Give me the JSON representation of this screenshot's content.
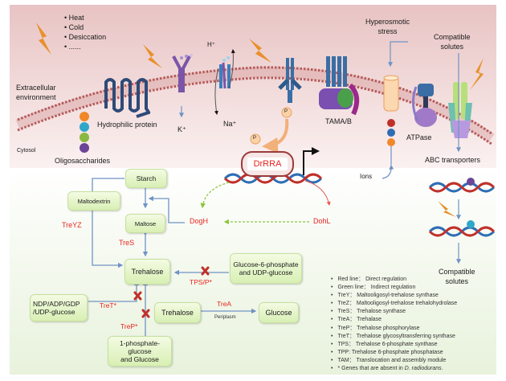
{
  "stress_list": [
    "Heat",
    "Cold",
    "Desiccation",
    "......"
  ],
  "labels": {
    "extracellular": "Extracellular\nenvironment",
    "extracellular_line1": "Extracellular",
    "extracellular_line2": "environment",
    "cytosol": "Cytosol",
    "oligosaccharides": "Oligosaccharides",
    "hydrophilic_protein": "Hydrophilic protein",
    "k_ion": "K⁺",
    "h_ion": "H⁺",
    "na_ion": "Na⁺",
    "phospho": "P",
    "tama": "TAMA/B",
    "hyperosmotic_line1": "Hyperosmotic",
    "hyperosmotic_line2": "stress",
    "compatible_top_line1": "Compatible",
    "compatible_top_line2": "solutes",
    "atpase": "ATPase",
    "abc": "ABC transporters",
    "ions": "Ions",
    "regulator": "DrRRA",
    "compatible_bottom_line1": "Compatible",
    "compatible_bottom_line2": "solutes"
  },
  "nodes": {
    "starch": "Starch",
    "maltodextrin": "Maltodextrin",
    "maltose": "Maltose",
    "trehalose_main": "Trehalose",
    "g6p_line1": "Glucose-6-phosphate",
    "g6p_line2": "and UDP-glucose",
    "ndp_line1": "NDP/ADP/GDP",
    "ndp_line2": "/UDP-glucose",
    "trehalose_peri": "Trehalose",
    "glucose": "Glucose",
    "p1g_line1": "1-phosphate-glucose",
    "p1g_line2": "and Glucose"
  },
  "enzymes": {
    "dogh": "DogH",
    "dohl": "DohL",
    "treyz": "TreYZ",
    "tres": "TreS",
    "tps": "TPS/P*",
    "tret": "TreT*",
    "trep": "TreP*",
    "trea": "TreA",
    "periplasm": "Periplasm"
  },
  "legend": [
    "Red line： Direct regulation",
    "Green line： Indirect regulation",
    "TreY： Maltooligosyl-trehalose synthase",
    "TreZ：  Maltooligosyl-trehalose trehalohydrolase",
    "TreS： Trehalose synthase",
    "TreA： Trehalase",
    "TreP： Trehalose phosphorylase",
    "TreT： Trehalose glycosyltransferring synthase",
    "TPS： Trehalose 6-phosphate synthase",
    "TPP:  Trehalose 6-phosphate phosphatase",
    "TAM： Translocation and assembly module"
  ],
  "legend_footnote": {
    "prefix": "* Genes that are absent in ",
    "species": "D. radiodurans",
    "suffix": "."
  },
  "colors": {
    "top_bg": "#ecc9c9",
    "bottom_bg": "#eef6e6",
    "membrane_dot": "#b55a5a",
    "arrow_blue": "#6f93c4",
    "direct_red": "#e8574f",
    "indirect_green": "#8cc63e",
    "enzyme_red": "#e8241e",
    "bolt": "#e8902a",
    "cross": "#c0302a"
  }
}
